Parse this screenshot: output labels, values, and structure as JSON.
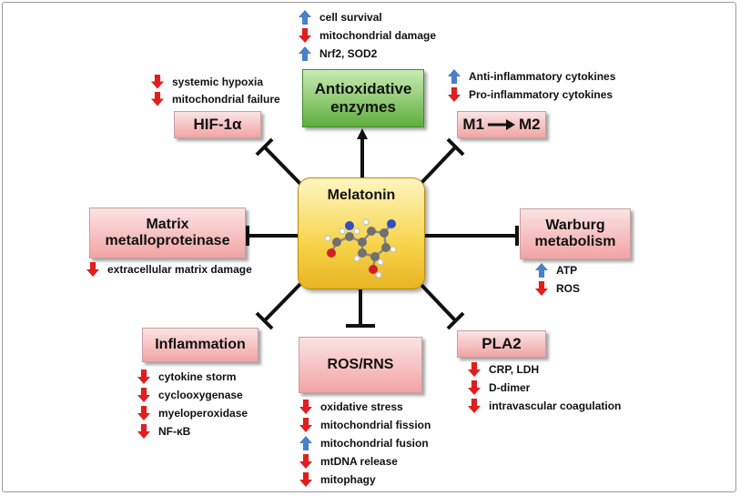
{
  "center": {
    "label": "Melatonin"
  },
  "targets": {
    "antioxidative": {
      "label": "Antioxidative enzymes"
    },
    "hif": {
      "label": "HIF-1α"
    },
    "m1m2": {
      "from": "M1",
      "to": "M2"
    },
    "mmp": {
      "label": "Matrix metalloproteinase"
    },
    "warburg": {
      "label": "Warburg metabolism"
    },
    "inflammation": {
      "label": "Inflammation"
    },
    "ros": {
      "label": "ROS/RNS"
    },
    "pla2": {
      "label": "PLA2"
    }
  },
  "effects": {
    "antioxidative": [
      {
        "dir": "up",
        "text": "cell survival"
      },
      {
        "dir": "down",
        "text": "mitochondrial damage"
      },
      {
        "dir": "up",
        "text": "Nrf2, SOD2"
      }
    ],
    "hif": [
      {
        "dir": "down",
        "text": "systemic hypoxia"
      },
      {
        "dir": "down",
        "text": "mitochondrial failure"
      }
    ],
    "m1m2": [
      {
        "dir": "up",
        "text": "Anti-inflammatory cytokines"
      },
      {
        "dir": "down",
        "text": "Pro-inflammatory cytokines"
      }
    ],
    "mmp": [
      {
        "dir": "down",
        "text": "extracellular matrix damage"
      }
    ],
    "warburg": [
      {
        "dir": "up",
        "text": "ATP"
      },
      {
        "dir": "down",
        "text": "ROS"
      }
    ],
    "inflammation": [
      {
        "dir": "down",
        "text": "cytokine storm"
      },
      {
        "dir": "down",
        "text": "cyclooxygenase"
      },
      {
        "dir": "down",
        "text": "myeloperoxidase"
      },
      {
        "dir": "down",
        "text": "NF-κB"
      }
    ],
    "ros": [
      {
        "dir": "down",
        "text": "oxidative stress"
      },
      {
        "dir": "down",
        "text": "mitochondrial fission"
      },
      {
        "dir": "up",
        "text": "mitochondrial fusion"
      },
      {
        "dir": "down",
        "text": "mtDNA release"
      },
      {
        "dir": "down",
        "text": "mitophagy"
      }
    ],
    "pla2": [
      {
        "dir": "down",
        "text": "CRP, LDH"
      },
      {
        "dir": "down",
        "text": "D-dimer"
      },
      {
        "dir": "down",
        "text": "intravascular coagulation"
      }
    ]
  },
  "colors": {
    "increase": "#4b7fc8",
    "decrease": "#e01e1e",
    "connector": "#111111"
  }
}
